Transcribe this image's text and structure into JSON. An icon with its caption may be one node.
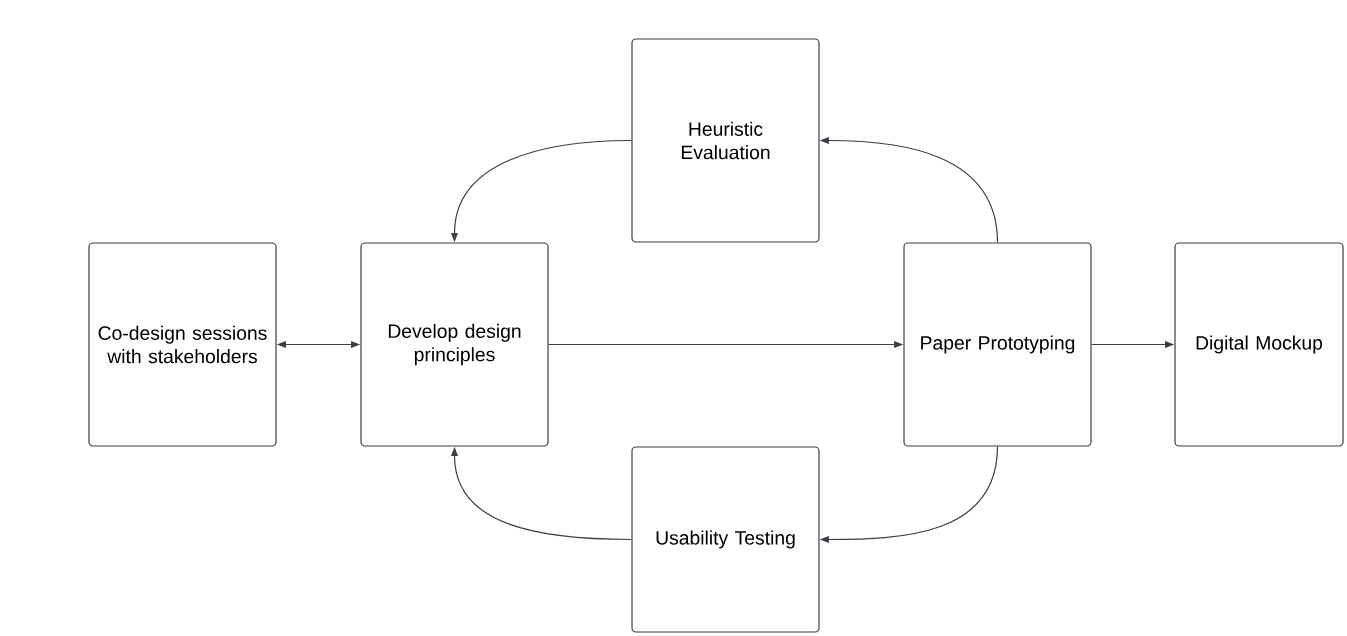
{
  "diagram": {
    "nodes": [
      {
        "text": [
          "Co-design sessions with stakeholders"
        ]
      },
      {
        "text": [
          "Develop design principles"
        ]
      },
      {
        "text": [
          "Heuristic Evaluation"
        ]
      },
      {
        "text": [
          "Paper Prototyping"
        ]
      },
      {
        "text": [
          "Usability Testing"
        ]
      },
      {
        "text": [
          "Digital Mockup"
        ]
      }
    ],
    "edges": [
      {
        "from": 0,
        "to": 1,
        "arrow": "both"
      },
      {
        "from": 1,
        "to": 3,
        "arrow": "to"
      },
      {
        "from": 3,
        "to": 2,
        "arrow": "to"
      },
      {
        "from": 2,
        "to": 1,
        "arrow": "to"
      },
      {
        "from": 3,
        "to": 4,
        "arrow": "to"
      },
      {
        "from": 4,
        "to": 1,
        "arrow": "to"
      },
      {
        "from": 3,
        "to": 5,
        "arrow": "to"
      }
    ]
  }
}
